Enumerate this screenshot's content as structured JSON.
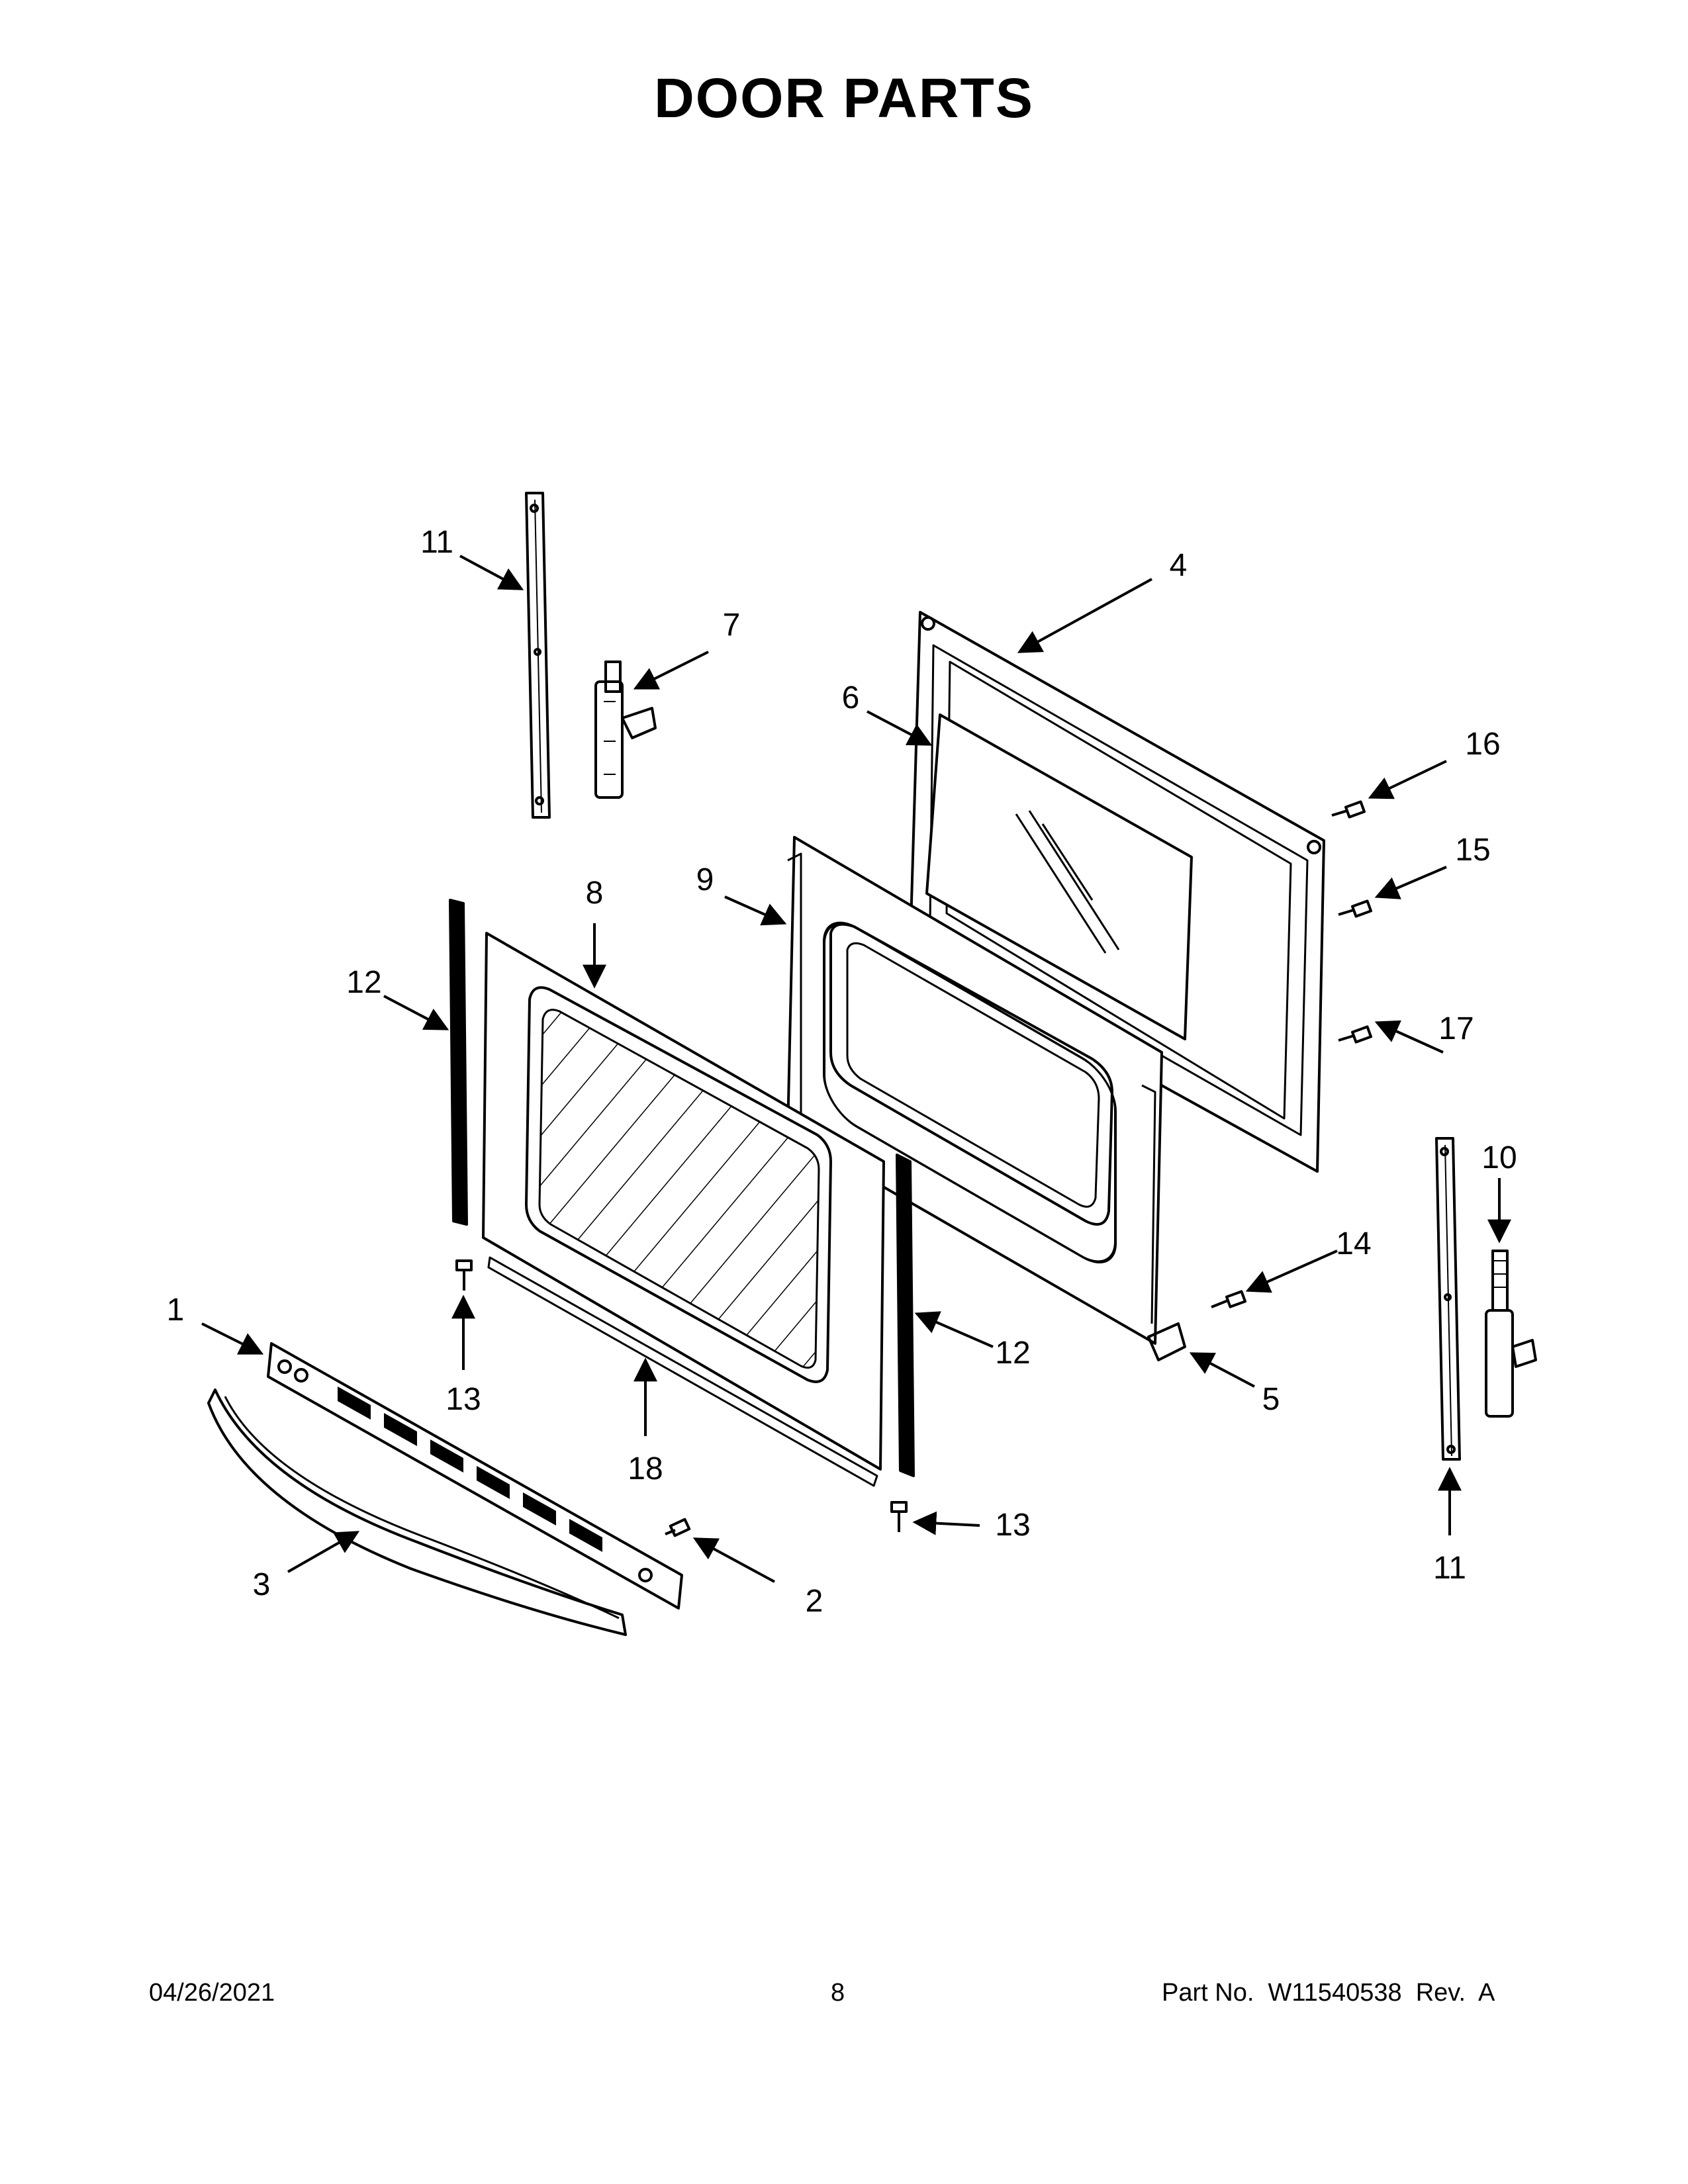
{
  "page": {
    "title": "DOOR PARTS"
  },
  "callouts": {
    "c1": "1",
    "c2": "2",
    "c3": "3",
    "c4": "4",
    "c5": "5",
    "c6": "6",
    "c7": "7",
    "c8": "8",
    "c9": "9",
    "c10": "10",
    "c11a": "11",
    "c11b": "11",
    "c12a": "12",
    "c12b": "12",
    "c13a": "13",
    "c13b": "13",
    "c14": "14",
    "c15": "15",
    "c16": "16",
    "c17": "17",
    "c18": "18"
  },
  "footer": {
    "date": "04/26/2021",
    "page_number": "8",
    "part_number": "Part No.  W11540538  Rev.  A"
  }
}
